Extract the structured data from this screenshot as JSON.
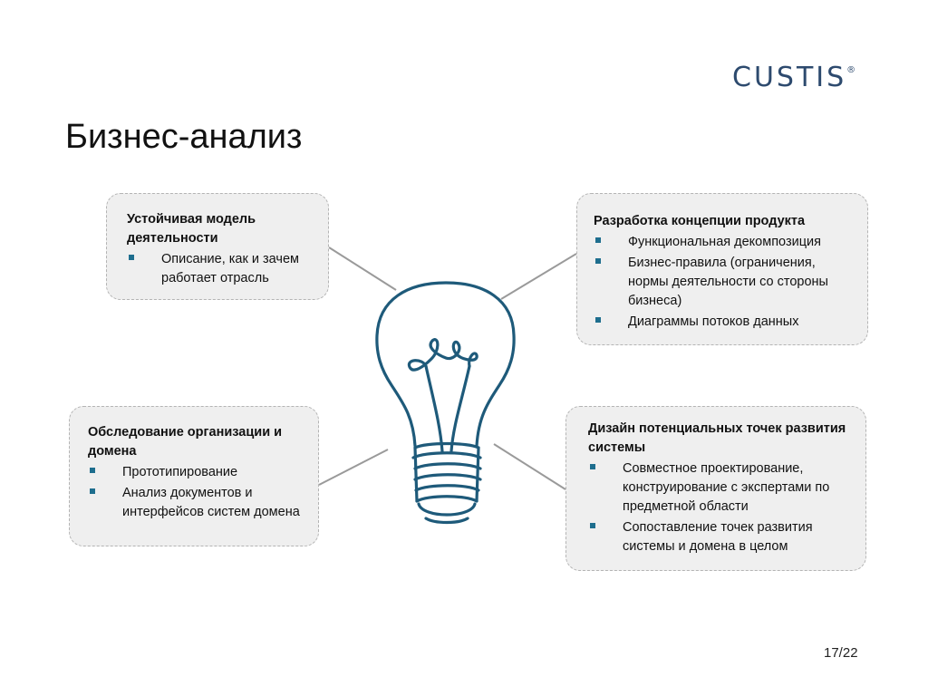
{
  "logo": {
    "text": "CUSTIS",
    "registered": "®"
  },
  "title": "Бизнес-анализ",
  "cards": [
    {
      "title": "Устойчивая модель деятельности",
      "bullets": [
        "Описание, как и зачем работает отрасль"
      ]
    },
    {
      "title": "Разработка концепции продукта",
      "bullets": [
        "Функциональная декомпозиция",
        "Бизнес-правила (ограничения, нормы деятельности со стороны бизнеса)",
        "Диаграммы потоков данных"
      ]
    },
    {
      "title": "Обследование организации и домена",
      "bullets": [
        "Прототипирование",
        "Анализ документов и интерфейсов систем домена"
      ]
    },
    {
      "title": "Дизайн потенциальных точек развития системы",
      "bullets": [
        "Совместное проектирование, конструирование с экспертами по предметной области",
        "Сопоставление точек развития системы и домена в целом"
      ]
    }
  ],
  "icon": "lightbulb-icon",
  "colors": {
    "bulb": "#1e5a7a",
    "bullet": "#1e6e8e",
    "logo": "#2d4a6e",
    "card_bg": "#efefef"
  },
  "page_number": "17/22"
}
